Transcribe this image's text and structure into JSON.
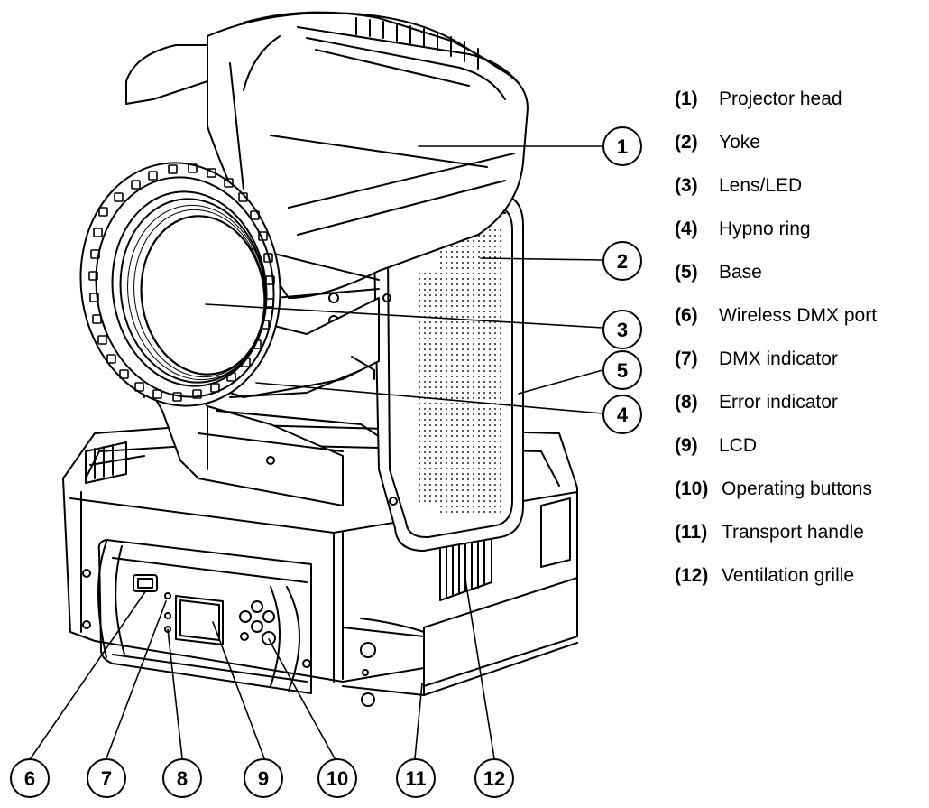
{
  "legend": [
    {
      "num": "(1)",
      "label": "Projector head"
    },
    {
      "num": "(2)",
      "label": "Yoke"
    },
    {
      "num": "(3)",
      "label": "Lens/LED"
    },
    {
      "num": "(4)",
      "label": "Hypno ring"
    },
    {
      "num": "(5)",
      "label": "Base"
    },
    {
      "num": "(6)",
      "label": "Wireless DMX port"
    },
    {
      "num": "(7)",
      "label": "DMX indicator"
    },
    {
      "num": "(8)",
      "label": "Error indicator"
    },
    {
      "num": "(9)",
      "label": "LCD"
    },
    {
      "num": "(10)",
      "label": "Operating buttons"
    },
    {
      "num": "(11)",
      "label": "Transport handle"
    },
    {
      "num": "(12)",
      "label": "Ventilation grille"
    }
  ],
  "callouts": [
    "1",
    "2",
    "3",
    "4",
    "5",
    "6",
    "7",
    "8",
    "9",
    "10",
    "11",
    "12"
  ]
}
